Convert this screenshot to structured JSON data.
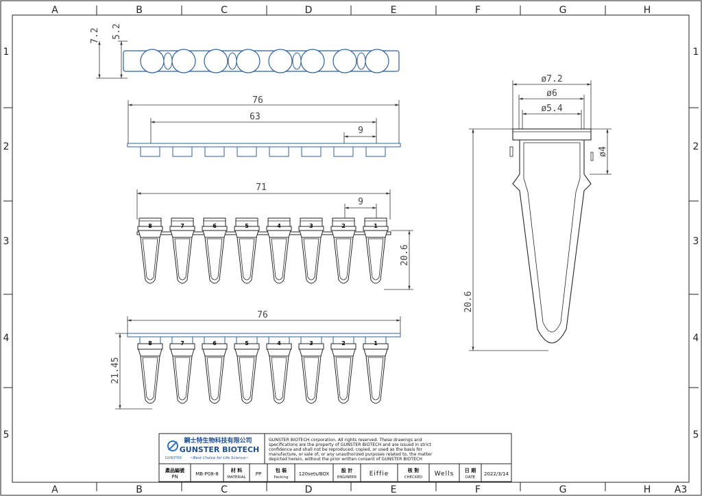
{
  "grid": {
    "columns": [
      "A",
      "B",
      "C",
      "D",
      "E",
      "F",
      "G",
      "H"
    ],
    "rows": [
      "1",
      "2",
      "3",
      "4",
      "5"
    ]
  },
  "sheet_size": "A3",
  "dimensions": {
    "cap_height_outer": "7.2",
    "cap_height_inner": "5.2",
    "strip_length_top": "76",
    "well_span": "63",
    "pitch": "9",
    "tube_strip_width": "71",
    "tube_pitch": "9",
    "tube_height": "20.6",
    "assembly_length": "76",
    "assembly_height": "21.45",
    "tube_dia_outer": "ø7.2",
    "tube_dia_mid": "ø6",
    "tube_dia_inner": "ø5.4",
    "tube_dia_rim": "ø4",
    "side_height": "20.6"
  },
  "tube_numbers": [
    "8",
    "7",
    "6",
    "5",
    "4",
    "3",
    "2",
    "1"
  ],
  "title_block": {
    "company_cn": "鋼士特生物科技有限公司",
    "company_en": "GUNSTER BIOTECH",
    "slogan": "~Best Choice for Life Science~",
    "logo_text": "GUNSTER",
    "notice": [
      "GUNSTER BIOTECH corporation. All rights reserved. These drawings and",
      "specifications are the property of GUNSTER BIOTECH and are issued in strict",
      "confidence and shall not be reproduced, copied, or used as the basis for",
      "manufacture, or sale of, or any unauthorized purposes related to, the matter",
      "depicted herein, without the prior written consent of GUNSTER BIOTECH"
    ],
    "pn_cn": "產品編號",
    "pn_en": "PN",
    "pn_value": "MB-P08-8",
    "material_cn": "材 料",
    "material_en": "MATERIAL",
    "material_value": "PP",
    "packing_cn": "包 裝",
    "packing_en": "Packing",
    "packing_value": "120sets/BOX",
    "engineer_cn": "設 計",
    "engineer_en": "ENGINEER",
    "engineer_value": "Eiffie",
    "checked_cn": "核 對",
    "checked_en": "CHECKED",
    "checked_value": "Wells",
    "date_cn": "日 期",
    "date_en": "DATE",
    "date_value": "2022/3/14"
  }
}
